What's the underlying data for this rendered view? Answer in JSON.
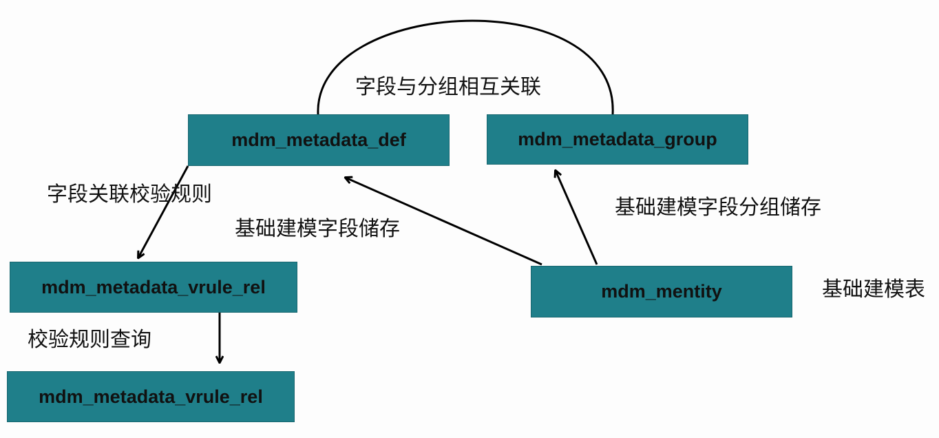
{
  "nodes": {
    "def": "mdm_metadata_def",
    "group": "mdm_metadata_group",
    "vrule_rel_1": "mdm_metadata_vrule_rel",
    "vrule_rel_2": "mdm_metadata_vrule_rel",
    "mentity": "mdm_mentity"
  },
  "labels": {
    "field_group_link": "字段与分组相互关联",
    "field_rule_link": "字段关联校验规则",
    "base_field_storage": "基础建模字段储存",
    "base_field_group_storage": "基础建模字段分组储存",
    "base_model_table": "基础建模表",
    "rule_query": "校验规则查询"
  },
  "colors": {
    "node_fill": "#1f7f8a",
    "edge": "#000000"
  }
}
